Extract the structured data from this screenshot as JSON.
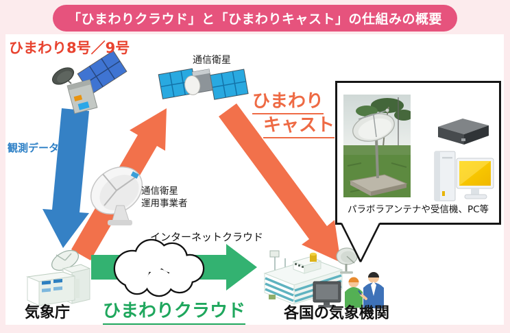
{
  "banner": {
    "title": "「ひまわりクラウド」と「ひまわりキャスト」の仕組みの概要"
  },
  "satellites": {
    "himawari_name": "ひまわり8号／9号",
    "comm_label": "通信衛星"
  },
  "flows": {
    "observation_data": "観測データ",
    "himawari_cast_l1": "ひまわり",
    "himawari_cast_l2": "キャスト",
    "internet_cloud": "インターネットクラウド",
    "himawari_cloud": "ひまわりクラウド"
  },
  "operator": {
    "l1": "通信衛星",
    "l2": "運用事業者"
  },
  "nodes": {
    "jma": "気象庁",
    "foreign_agencies": "各国の気象機関"
  },
  "equipment_box": {
    "caption": "パラボラアンテナや受信機、PC等"
  },
  "colors": {
    "frame_pink": "#fcebed",
    "banner_pink": "#e6537d",
    "title_red": "#e8432f",
    "arrow_orange": "#f2714b",
    "arrow_blue": "#3581c5",
    "arrow_green": "#33b271",
    "cast_text_orange": "#ee6a44",
    "cloud_text_green": "#1fa75d",
    "obs_text_blue": "#2a7ec5",
    "solar_panel_blue": "#2aa7e8"
  },
  "icons": {
    "himawari_satellite": "himawari-satellite-icon",
    "comm_satellite": "comm-satellite-icon",
    "operator_dish": "operator-dish-icon",
    "jma_building": "jma-building-icon",
    "agency_building": "agency-building-icon",
    "small_dish": "small-dish-icon",
    "monitor": "monitor-icon",
    "staff_people": "people-icon",
    "internet_cloud": "cloud-icon",
    "parabola_photo": "parabola-antenna-photo",
    "receiver": "receiver-icon",
    "pc": "pc-icon"
  }
}
